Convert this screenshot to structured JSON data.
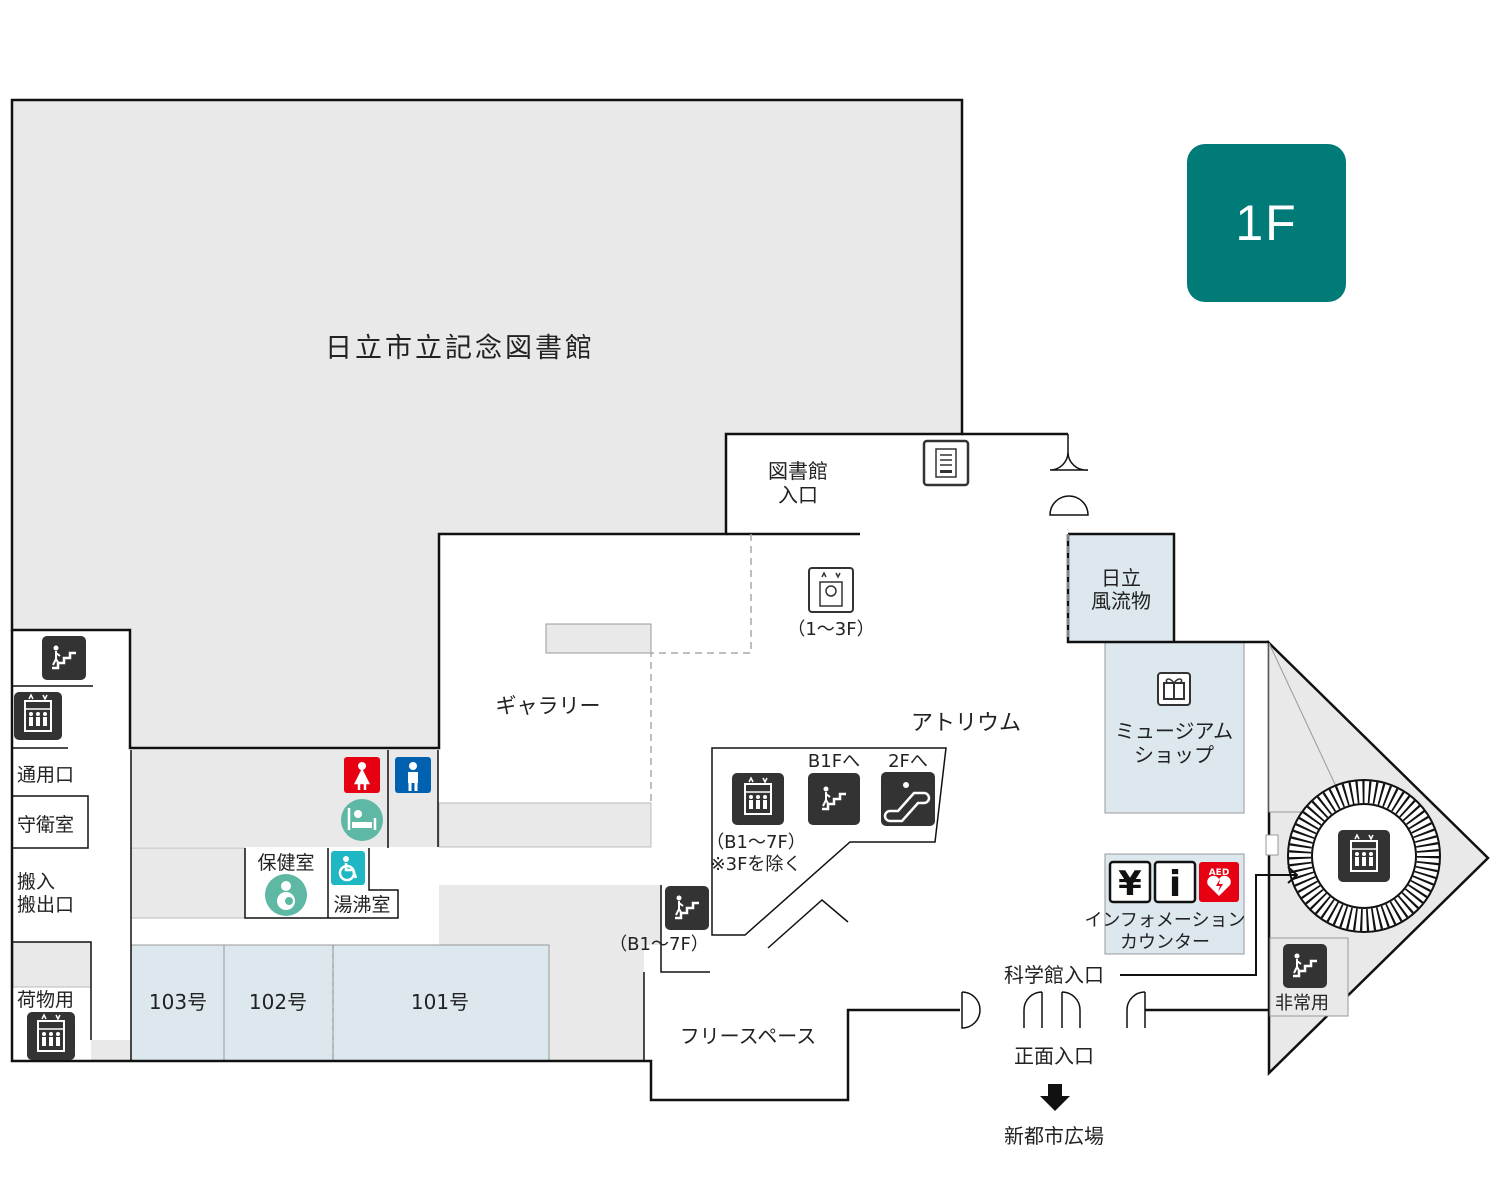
{
  "floor_badge": {
    "label": "1F"
  },
  "colors": {
    "badge": "#007b78",
    "gray_area": "#e9e9e9",
    "blue_area": "#dce8ee",
    "wall": "#111111",
    "icon_dark": "#333333",
    "female": "#e60012",
    "male": "#0061b0",
    "teal": "#5fb8a4",
    "accessible": "#1fb7c4",
    "aed": "#e60012"
  },
  "rooms": {
    "library": "日立市立記念図書館",
    "library_entrance_1": "図書館",
    "library_entrance_2": "入口",
    "gallery": "ギャラリー",
    "atrium": "アトリウム",
    "hitachi_furyumono_1": "日立",
    "hitachi_furyumono_2": "風流物",
    "museum_shop_1": "ミュージアム",
    "museum_shop_2": "ショップ",
    "info_counter_1": "インフォメーション",
    "info_counter_2": "カウンター",
    "free_space": "フリースペース",
    "health_room": "保健室",
    "kettle_room": "湯沸室",
    "service_entrance": "通用口",
    "guard_room": "守衛室",
    "loading_1": "搬入",
    "loading_2": "搬出口",
    "cargo": "荷物用",
    "room_103": "103号",
    "room_102": "102号",
    "room_101": "101号",
    "science_entrance": "科学館入口",
    "main_entrance": "正面入口",
    "plaza": "新都市広場",
    "emergency": "非常用"
  },
  "notes": {
    "elevator_1_3": "（1〜3F）",
    "b1f": "B1Fへ",
    "f2": "2Fへ",
    "b1_7f": "（B1〜7F）",
    "except_3f": "※3Fを除く",
    "b1_7f_stairs": "（B1〜7F）"
  },
  "icons": {
    "aed_text": "AED",
    "yen_text": "¥",
    "info_text": "i"
  }
}
